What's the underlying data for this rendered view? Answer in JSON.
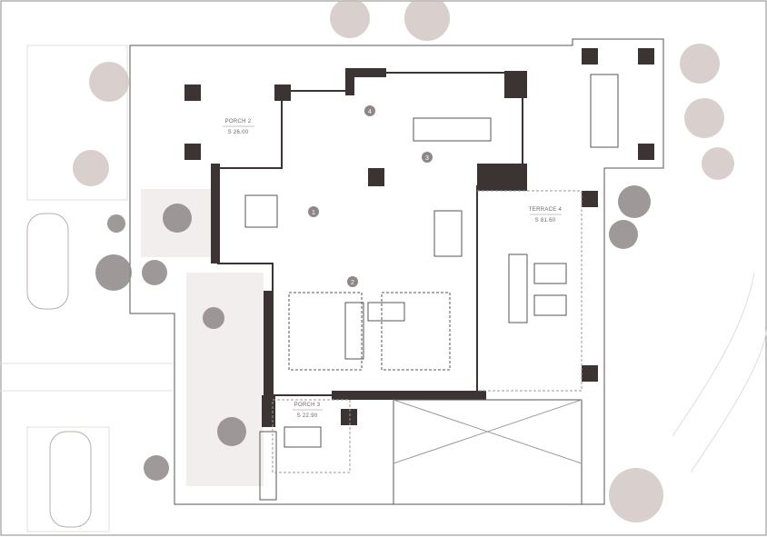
{
  "colors": {
    "wall": "#3b3433",
    "line": "#5a5353",
    "vegetation": "#d9cfcb",
    "marker": "#8f8787",
    "terrace_paving": "#efeceb"
  },
  "rooms": [
    {
      "name": "PORCH 2",
      "area": "S 26.00"
    },
    {
      "name": "TERRACE 4",
      "area": "S 81.60"
    },
    {
      "name": "PORCH 3",
      "area": "S 22.90"
    }
  ],
  "markers": [
    "1",
    "2",
    "3",
    "4"
  ]
}
